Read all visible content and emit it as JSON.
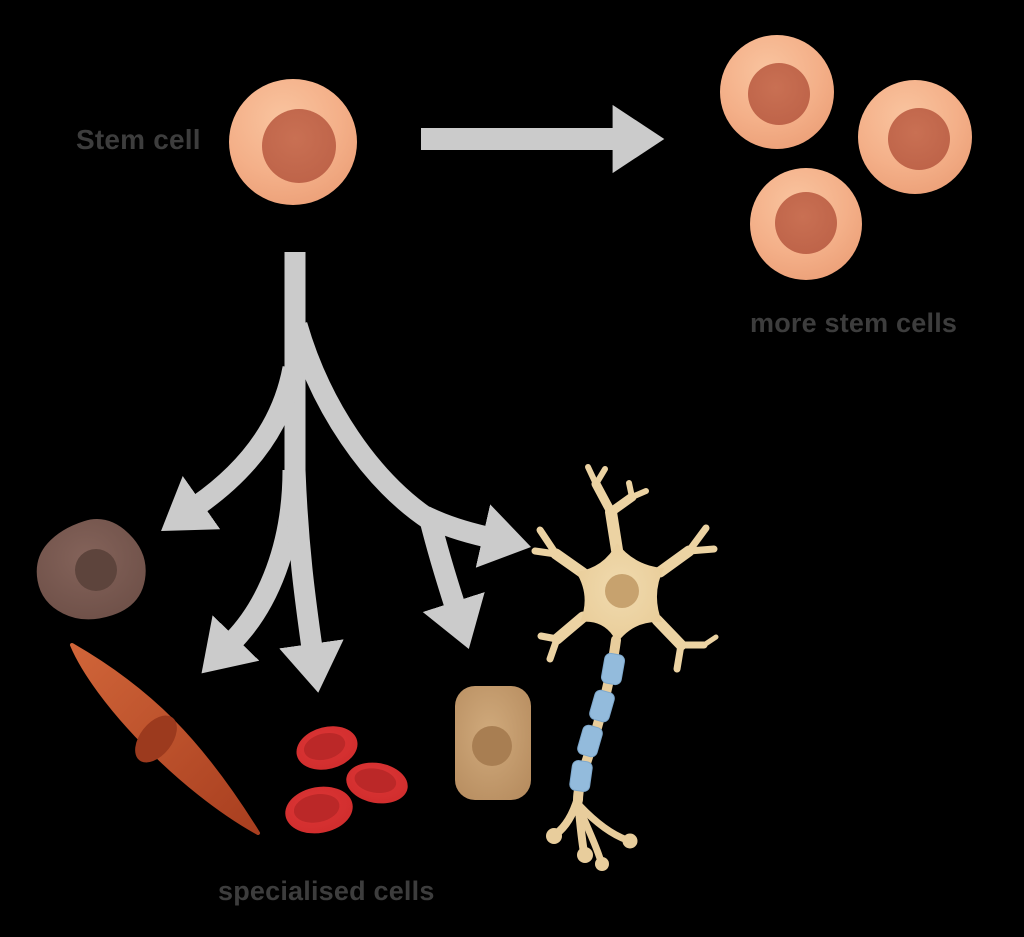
{
  "title": "Stem cell differentiation diagram",
  "background": "#000000",
  "labels": {
    "stem_cell": "Stem cell",
    "more_stem_cells": "more stem cells",
    "specialised_cells": "specialised cells"
  },
  "colors": {
    "text": "#3d3d3d",
    "arrow": "#cbcbcb",
    "stem_cell_body": "#f3ad84",
    "stem_cell_nucleus": "#c2674c",
    "dark_round_cell_body": "#775850",
    "dark_round_cell_nucleus": "#5d443c",
    "muscle_cell_body": "#bc4f2b",
    "muscle_cell_nucleus": "#9c3a1e",
    "red_blood_cell_body": "#d83131",
    "red_blood_cell_inner": "#bb2828",
    "epithelial_cell_body": "#c29a6c",
    "epithelial_cell_nucleus": "#a87e52",
    "neuron_body": "#ecd3a3",
    "neuron_nucleus": "#c7a26e",
    "myelin_sheath": "#93bbdc"
  },
  "icons": {
    "stem_cell": "stem-cell-icon",
    "more_stem_cells": [
      "stem-cell-icon",
      "stem-cell-icon",
      "stem-cell-icon"
    ],
    "specialised_cells": [
      "dark-round-cell-icon",
      "muscle-cell-icon",
      "red-blood-cells-icon",
      "epithelial-cell-icon",
      "neuron-icon"
    ]
  },
  "arrows": {
    "self_renewal": {
      "from": "stem-cell",
      "to": "more-stem-cells",
      "direction": "right"
    },
    "differentiation": {
      "from": "stem-cell",
      "to": "specialised-cells",
      "branch_count": 5,
      "direction": "down"
    }
  }
}
